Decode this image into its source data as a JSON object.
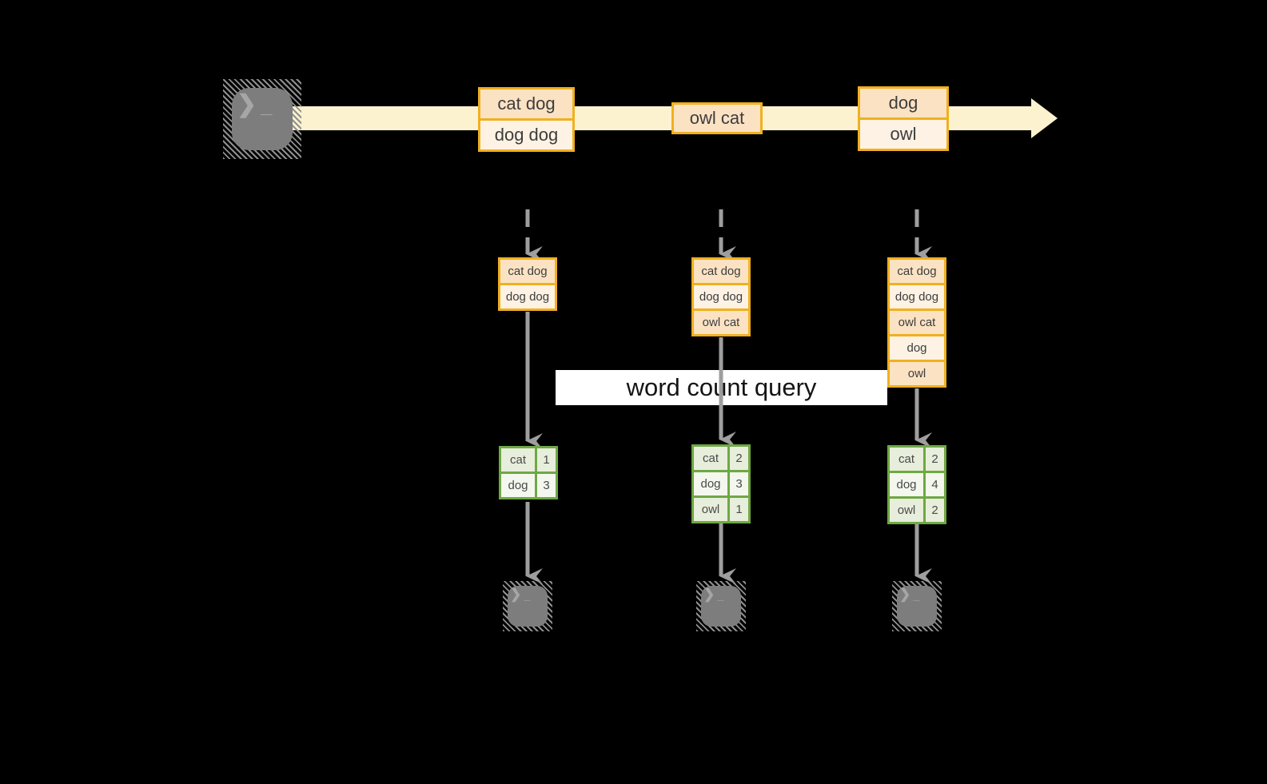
{
  "query": {
    "label": "word count query"
  },
  "stream": {
    "events": [
      {
        "lines": [
          "cat dog",
          "dog dog"
        ]
      },
      {
        "lines": [
          "owl cat"
        ]
      },
      {
        "lines": [
          "dog",
          "owl"
        ]
      }
    ]
  },
  "batches": [
    {
      "lines": [
        "cat dog",
        "dog dog"
      ]
    },
    {
      "lines": [
        "cat dog",
        "dog dog",
        "owl cat"
      ]
    },
    {
      "lines": [
        "cat dog",
        "dog dog",
        "owl cat",
        "dog",
        "owl"
      ]
    }
  ],
  "counts": [
    {
      "rows": [
        [
          "cat",
          "1"
        ],
        [
          "dog",
          "3"
        ]
      ]
    },
    {
      "rows": [
        [
          "cat",
          "2"
        ],
        [
          "dog",
          "3"
        ],
        [
          "owl",
          "1"
        ]
      ]
    },
    {
      "rows": [
        [
          "cat",
          "2"
        ],
        [
          "dog",
          "4"
        ],
        [
          "owl",
          "2"
        ]
      ]
    }
  ],
  "icons": {
    "terminal": "terminal-icon",
    "prompt": "❯",
    "cursor": "_"
  },
  "colors": {
    "background": "#000000",
    "stream_band": "#fcf2cf",
    "box_border_orange": "#f0b01e",
    "box_fill_peach": "#fbe2c3",
    "box_fill_cream": "#fdf2e3",
    "table_border_green": "#6fa843",
    "table_fill_green": "#e7eedb",
    "table_fill_light": "#f3f7ee",
    "arrow_gray": "#9e9e9e",
    "terminal_gray": "#7d7d7d",
    "query_background": "#ffffff"
  }
}
